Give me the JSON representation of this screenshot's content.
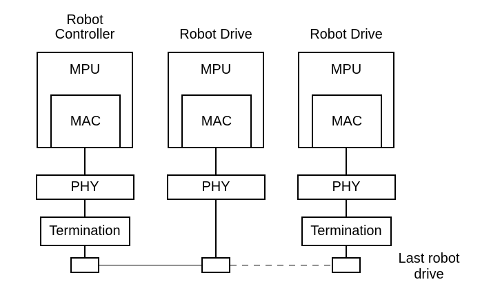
{
  "colors": {
    "line": "#000000",
    "background": "#ffffff",
    "text": "#000000"
  },
  "nodes": {
    "controller": {
      "title_line1": "Robot",
      "title_line2": "Controller",
      "mpu": "MPU",
      "mac": "MAC",
      "phy": "PHY",
      "termination": "Termination"
    },
    "drive_middle": {
      "title": "Robot Drive",
      "mpu": "MPU",
      "mac": "MAC",
      "phy": "PHY"
    },
    "drive_last": {
      "title": "Robot Drive",
      "mpu": "MPU",
      "mac": "MAC",
      "phy": "PHY",
      "termination": "Termination"
    }
  },
  "annotations": {
    "last_robot_drive_line1": "Last robot",
    "last_robot_drive_line2": "drive"
  }
}
